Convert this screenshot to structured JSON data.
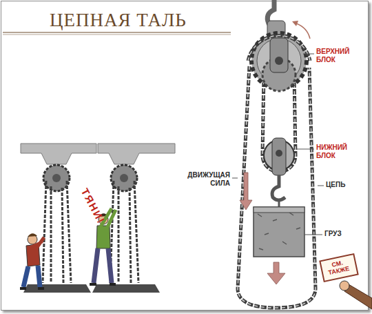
{
  "diagram": {
    "title": "ЦЕПНАЯ ТАЛЬ",
    "nodes": [
      {
        "text": [
          "СМ. ТАКЖЕ"
        ]
      }
    ],
    "labels": [
      "ТЯНИ!",
      "ВЕРХНИЙ БЛОК",
      "НИЖНИЙ БЛОК",
      "ДВИЖУЩАЯ СИЛА",
      "ЦЕПЬ",
      "ГРУЗ"
    ]
  }
}
